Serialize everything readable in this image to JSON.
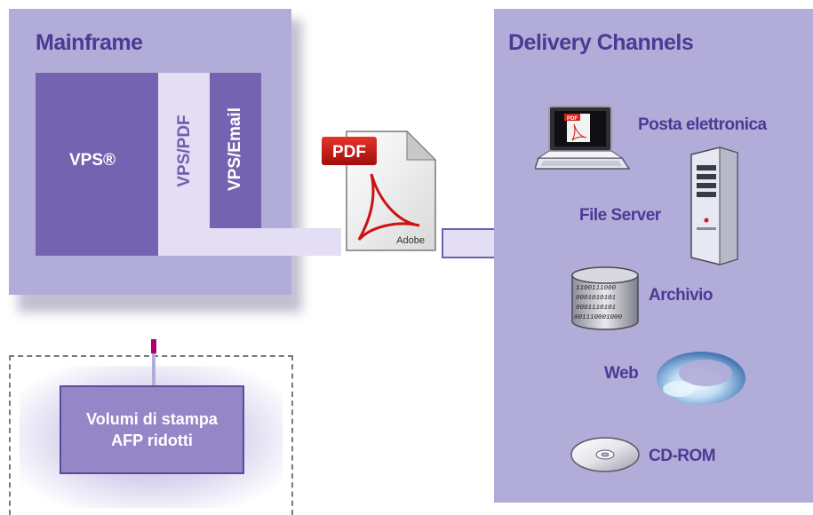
{
  "mainframe": {
    "title": "Mainframe",
    "vps_label": "VPS®",
    "vpspdf_label": "VPS/PDF",
    "vpsemail_label": "VPS/Email"
  },
  "pdf_document": {
    "badge": "PDF",
    "brand": "Adobe",
    "laptop_badge": "PDF"
  },
  "print_volume": {
    "line1": "Volumi di stampa",
    "line2": "AFP ridotti"
  },
  "delivery": {
    "title": "Delivery Channels",
    "channels": [
      {
        "label": "Posta elettronica",
        "icon": "laptop-icon"
      },
      {
        "label": "File Server",
        "icon": "server-tower-icon"
      },
      {
        "label": "Archivio",
        "icon": "database-cylinder-icon"
      },
      {
        "label": "Web",
        "icon": "web-ring-icon"
      },
      {
        "label": "CD-ROM",
        "icon": "cd-disc-icon"
      }
    ],
    "binary_lines": [
      "1100111000",
      "0001010101",
      "0001110101",
      "001110001000"
    ]
  },
  "colors": {
    "panel": "#b2acd8",
    "dark_purple": "#7463b0",
    "mid_purple": "#9587c7",
    "light_lavender": "#e3def3",
    "text_purple": "#4b3a96",
    "accent_magenta": "#b0006e"
  }
}
